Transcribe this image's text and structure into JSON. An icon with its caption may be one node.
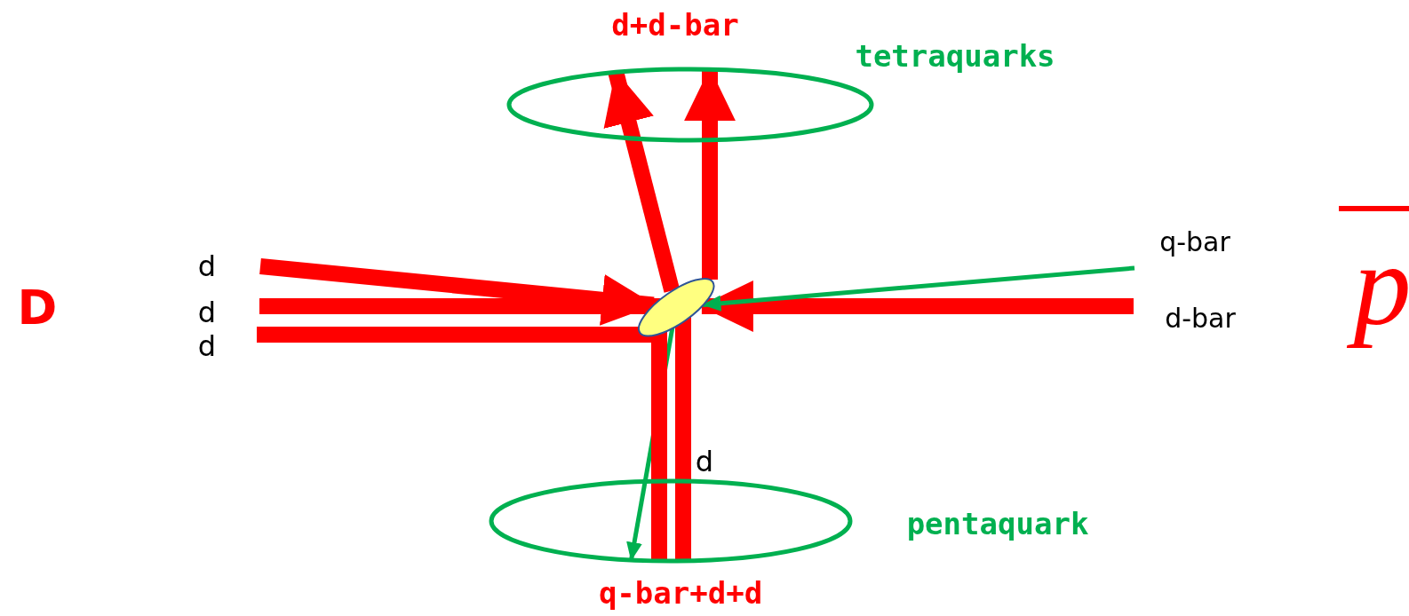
{
  "diagram": {
    "nodes": [
      {
        "text": [],
        "shape": "ellipse",
        "beside": [
          "d+d-bar",
          "tetraquarks"
        ]
      },
      {
        "text": [],
        "shape": "ellipse",
        "beside": [
          "pentaquark",
          "q-bar+d+d"
        ]
      },
      {
        "text": [],
        "shape": "ellipse"
      }
    ],
    "edges": [
      {
        "from": null,
        "to": 2,
        "arrow": "to"
      },
      {
        "from": 2,
        "to": 0,
        "arrow": "to"
      },
      {
        "from": 2,
        "to": 0,
        "arrow": "to"
      },
      {
        "from": null,
        "to": 2,
        "arrow": "to"
      },
      {
        "from": null,
        "to": 2,
        "arrow": "to",
        "color": "#00b050"
      },
      {
        "from": 2,
        "to": 1,
        "arrow": "to",
        "color": "#00b050"
      },
      {
        "from": null,
        "to": 1,
        "arrow": "none"
      },
      {
        "from": null,
        "to": 1,
        "arrow": "none"
      }
    ],
    "labels": [
      "D",
      "d",
      "q-bar",
      "d",
      "d-bar",
      "p",
      "d",
      "d"
    ]
  }
}
